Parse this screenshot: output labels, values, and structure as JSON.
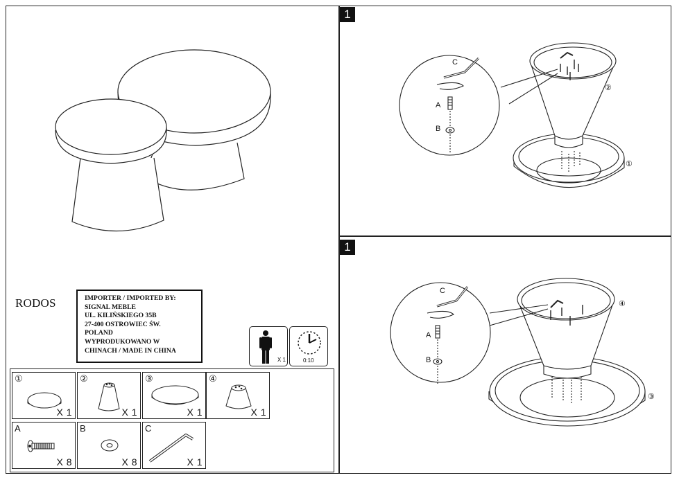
{
  "product": {
    "name": "RODOS"
  },
  "importer": {
    "lines": [
      "IMPORTER / IMPORTED BY:",
      "SIGNAL MEBLE",
      "UL. KILIŃSKIEGO 35B",
      "27-400 OSTROWIEC ŚW.",
      "POLAND",
      "WYPRODUKOWANO W",
      "CHINACH / MADE IN CHINA"
    ]
  },
  "assembly_info": {
    "persons": "X 1",
    "time": "0:10"
  },
  "parts": [
    {
      "id": "①",
      "qty": "X 1",
      "icon": "round-tabletop-icon"
    },
    {
      "id": "②",
      "qty": "X 1",
      "icon": "tall-cone-base-icon"
    },
    {
      "id": "③",
      "qty": "X 1",
      "icon": "large-tabletop-icon"
    },
    {
      "id": "④",
      "qty": "X 1",
      "icon": "short-cone-base-icon"
    },
    {
      "id": "A",
      "qty": "X 8",
      "icon": "bolt-icon"
    },
    {
      "id": "B",
      "qty": "X 8",
      "icon": "washer-icon"
    },
    {
      "id": "C",
      "qty": "X 1",
      "icon": "allen-key-icon"
    }
  ],
  "steps": [
    {
      "number": "1",
      "callout": {
        "tool": "C",
        "bolt": "A",
        "washer": "B"
      },
      "base_label": "②",
      "top_label": "①"
    },
    {
      "number": "1",
      "callout": {
        "tool": "C",
        "bolt": "A",
        "washer": "B"
      },
      "base_label": "④",
      "top_label": "③"
    }
  ]
}
